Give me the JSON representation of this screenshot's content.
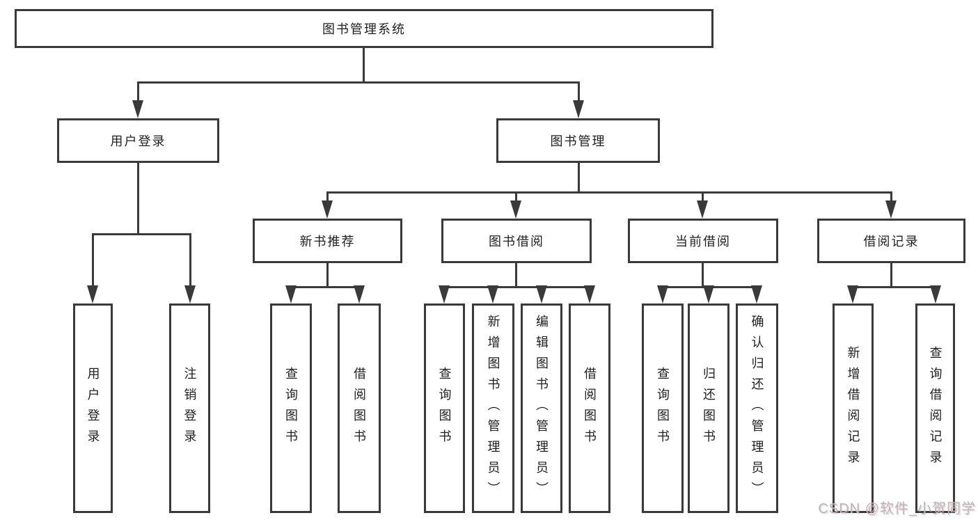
{
  "colors": {
    "line": "#3a3a3a",
    "text": "#1f1f1f",
    "wm": "#b5b7bd",
    "bg": "#ffffff"
  },
  "diagram": {
    "root": {
      "label": "图书管理系统"
    },
    "level2": [
      {
        "id": "user-login",
        "label": "用户登录"
      },
      {
        "id": "book-management",
        "label": "图书管理"
      }
    ],
    "level3": [
      {
        "id": "new-book-recommend",
        "parent": "图书管理",
        "label": "新书推荐"
      },
      {
        "id": "book-borrowing",
        "parent": "图书管理",
        "label": "图书借阅"
      },
      {
        "id": "current-borrowing",
        "parent": "图书管理",
        "label": "当前借阅"
      },
      {
        "id": "borrow-records",
        "parent": "图书管理",
        "label": "借阅记录"
      }
    ],
    "leaves": [
      {
        "parent": "用户登录",
        "label": "用户登录"
      },
      {
        "parent": "用户登录",
        "label": "注销登录"
      },
      {
        "parent": "新书推荐",
        "label": "查询图书"
      },
      {
        "parent": "新书推荐",
        "label": "借阅图书"
      },
      {
        "parent": "图书借阅",
        "label": "查询图书"
      },
      {
        "parent": "图书借阅",
        "label": "新增图书（管理员）"
      },
      {
        "parent": "图书借阅",
        "label": "编辑图书（管理员）"
      },
      {
        "parent": "图书借阅",
        "label": "借阅图书"
      },
      {
        "parent": "当前借阅",
        "label": "查询图书"
      },
      {
        "parent": "当前借阅",
        "label": "归还图书"
      },
      {
        "parent": "当前借阅",
        "label": "确认归还（管理员）"
      },
      {
        "parent": "借阅记录",
        "label": "新增借阅记录"
      },
      {
        "parent": "借阅记录",
        "label": "查询借阅记录"
      }
    ]
  },
  "watermark": {
    "text": "CSDN @软件_小贺同学"
  }
}
